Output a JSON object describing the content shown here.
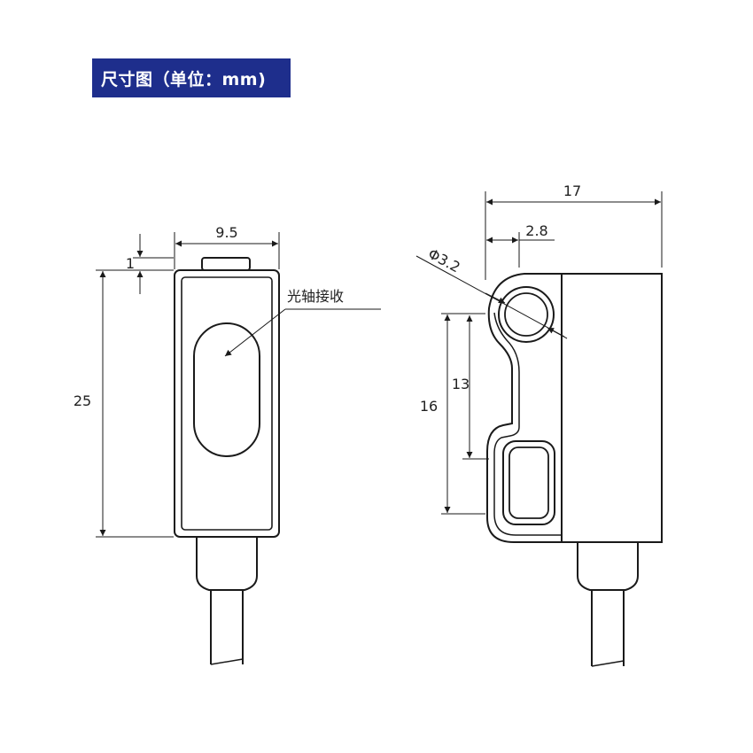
{
  "title": "尺寸图（单位：mm)",
  "colors": {
    "badge": "#1e2e8c",
    "line": "#1a1a1a",
    "text": "#222222"
  },
  "front_view": {
    "width_label": "9.5",
    "top_offset_label": "1",
    "height_label": "25",
    "callout_label": "光轴接收"
  },
  "side_view": {
    "width_label": "17",
    "hole_offset_label": "2.8",
    "hole_diameter_label": "Φ3.2",
    "inner_height_label": "13",
    "outer_height_label": "16"
  }
}
